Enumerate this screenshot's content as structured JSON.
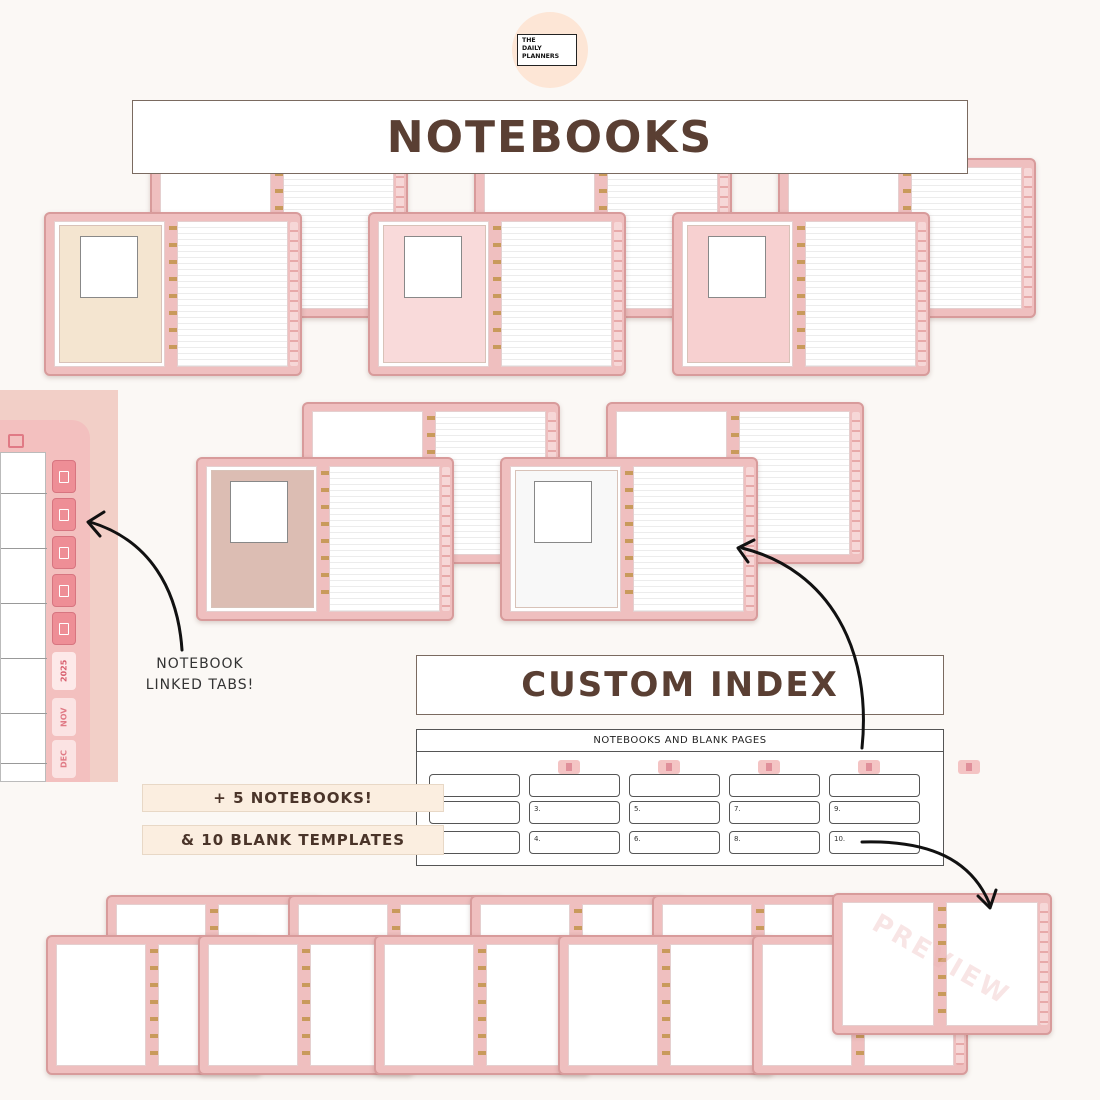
{
  "logo": {
    "line1": "THE",
    "line2": "DAILY",
    "line3": "PLANNERS"
  },
  "titles": {
    "notebooks": "NOTEBOOKS",
    "custom_index": "CUSTOM INDEX"
  },
  "index": {
    "header": "NOTEBOOKS AND BLANK PAGES",
    "cells": [
      "",
      "3.",
      "5.",
      "7.",
      "9.",
      "",
      "4.",
      "6.",
      "8.",
      "10."
    ]
  },
  "zoom_tabs": {
    "year": "2025",
    "nov": "NOV",
    "dec": "DEC"
  },
  "notes": {
    "linked_line1": "NOTEBOOK",
    "linked_line2": "LINKED TABS!"
  },
  "banners": {
    "notebooks": "+ 5 NOTEBOOKS!",
    "templates": "& 10 BLANK TEMPLATES"
  },
  "watermark": "PREVIEW",
  "colors": {
    "accent": "#5a3f33",
    "planner_pink": "#efbfbf",
    "cover_cream": "#f4e5d0",
    "cover_pink": "#f9dada",
    "cover_rose": "#f7d0d0",
    "cover_mauve": "#dcbdb3",
    "cover_white": "#f8f8f8"
  }
}
